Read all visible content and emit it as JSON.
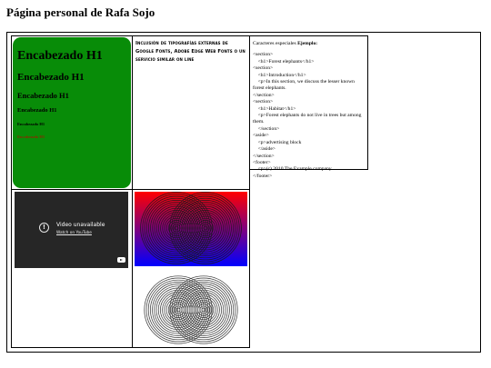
{
  "page": {
    "title": "Página personal de Rafa Sojo"
  },
  "headings": {
    "h1": "Encabezado H1",
    "h2": "Encabezado H1",
    "h3": "Encabezado H1",
    "h4": "Encabezado H1",
    "h5": "Encabezado H1",
    "h6": "Encabezado H1"
  },
  "typography": {
    "text": "Inclusión de tipografías externas de Google Fonts, Adobe Edge Web Fonts o un servicio similar on line"
  },
  "code": {
    "intro_text": "Caracteres especiales ",
    "intro_bold": "Ejemplo:",
    "lines": "<section>\n    <h1>Forest elephants</h1>\n<section>\n    <h1>Introduction</h1>\n    <p>In this section, we discuss the lesser known forest elephants.\n</section>\n<section>\n    <h1>Habitat</h1>\n    <p>Forest elephants do not live in trees but among them.\n    </section>\n<aside>\n    <p>advertising block\n    </aside>\n</section>\n<footer>\n    <p>(c) 2010 The Example company\n</footer>"
  },
  "video": {
    "title": "Video unavailable",
    "link": "Watch on YouTube",
    "info_icon_glyph": "!"
  },
  "colors": {
    "heading_box": "#088c08",
    "gradient_top": "#ff0000",
    "gradient_bottom": "#0000ff",
    "h6_color": "#8a2a00"
  },
  "icons": [
    "info-icon",
    "youtube-logo-icon"
  ]
}
